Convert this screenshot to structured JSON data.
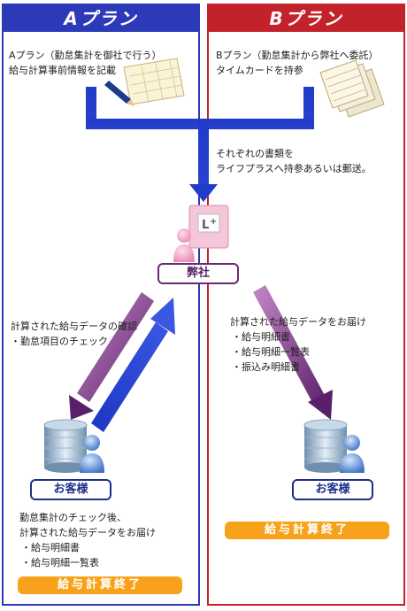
{
  "plan_a": {
    "title": "Aプラン",
    "desc_line1": "Aプラン（勤怠集計を御社で行う）",
    "desc_line2": "給与計算事前情報を記載",
    "check_title": "計算された給与データの確認",
    "check_item": "・勤怠項目のチェック",
    "customer_label": "お客様",
    "after_line1": "勤怠集計のチェック後、",
    "after_line2": "計算された給与データをお届け",
    "after_items": [
      "・給与明細書",
      "・給与明細一覧表"
    ],
    "done_label": "給与計算終了"
  },
  "plan_b": {
    "title": "Bプラン",
    "desc_line1": "Bプラン（勤怠集計から弊社へ委託）",
    "desc_line2": "タイムカードを持参",
    "delivery_title": "計算された給与データをお届け",
    "delivery_items": [
      "・給与明細書",
      "・給与明細一覧表",
      "・振込み明細書"
    ],
    "customer_label": "お客様",
    "done_label": "給与計算終了"
  },
  "merge_note": {
    "line1": "それぞれの書類を",
    "line2": "ライフプラスへ持参あるいは郵送。"
  },
  "office": {
    "label": "弊社"
  },
  "colors": {
    "plan_a": "#2c39b8",
    "plan_b": "#c4222a",
    "office": "#6a2a72",
    "done": "#f7a21a"
  }
}
